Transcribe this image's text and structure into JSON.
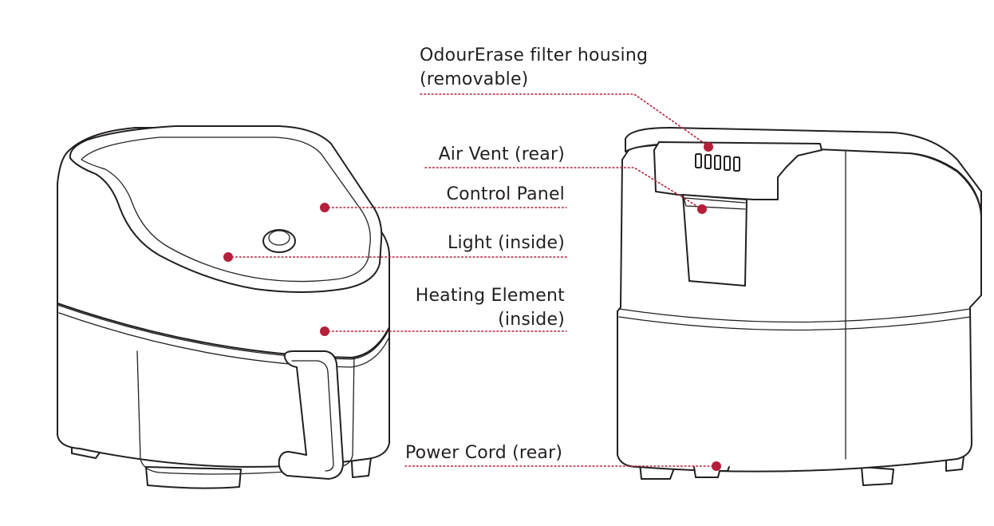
{
  "accent_color": "#b41f3a",
  "line_color": "#231f20",
  "callouts": {
    "odourerase_filter": [
      "OdourErase filter housing",
      "(removable)"
    ],
    "air_vent": "Air Vent (rear)",
    "control_panel": "Control Panel",
    "light": "Light (inside)",
    "heating_element": [
      "Heating Element",
      "(inside)"
    ],
    "power_cord": "Power Cord (rear)"
  },
  "views": [
    "front",
    "rear"
  ]
}
